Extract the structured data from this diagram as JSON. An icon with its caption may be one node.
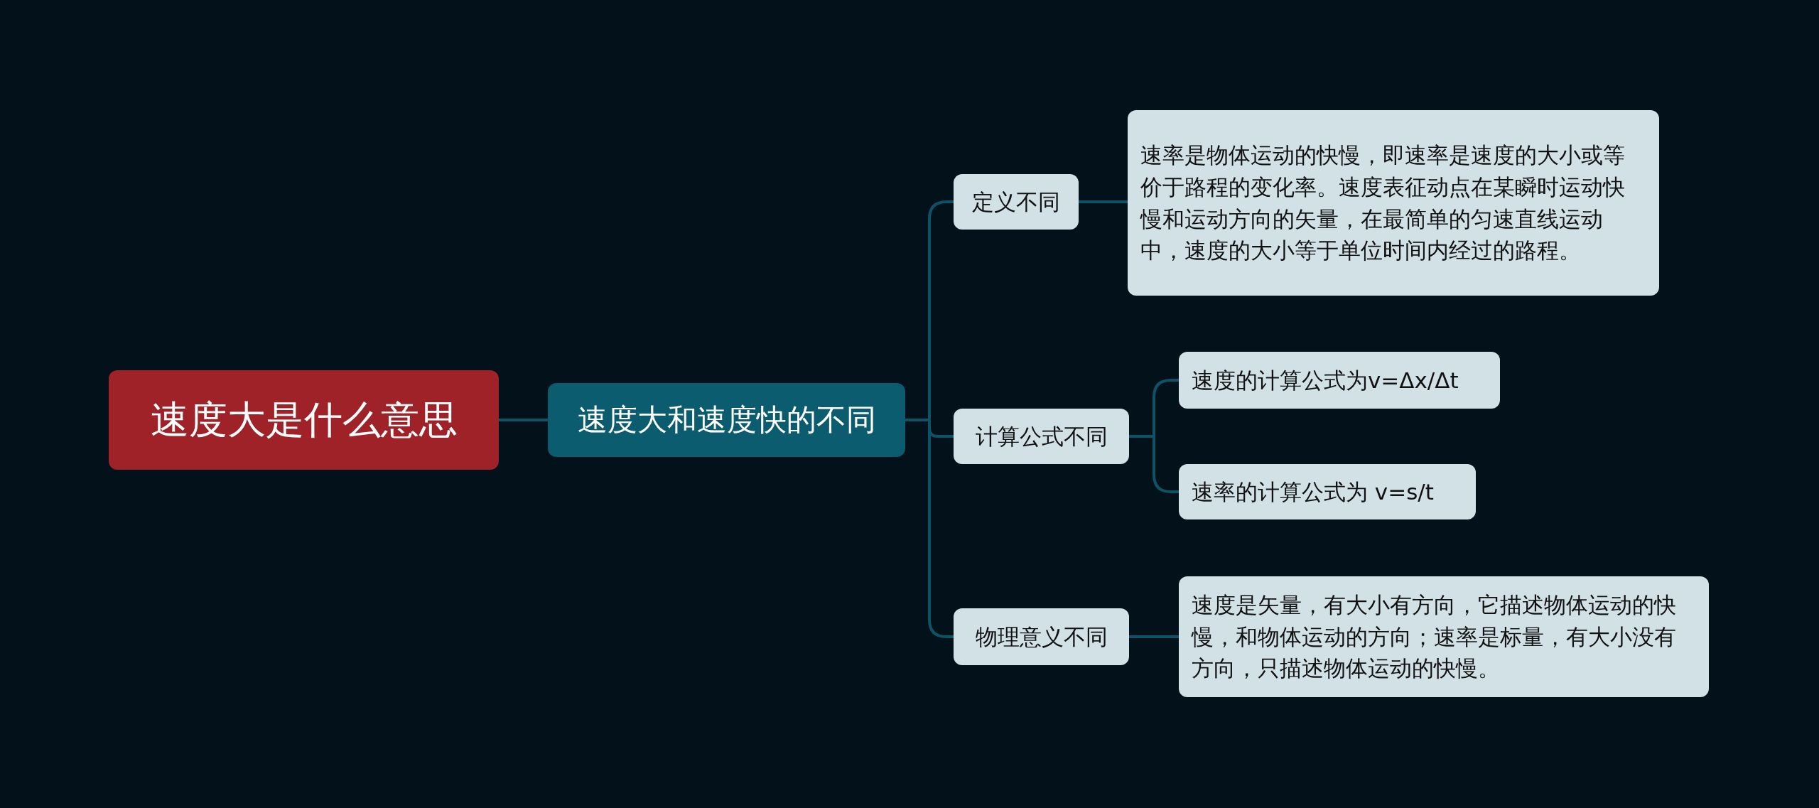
{
  "diagram": {
    "nodes": [
      {
        "text": [
          "速度大是什么意思"
        ]
      },
      {
        "text": [
          "速度大和速度快的不同"
        ]
      },
      {
        "text": [
          "定义不同"
        ]
      },
      {
        "text": [
          "速率是物体运动的快慢，即速率是速度的大小或等价于路程的变化率。速度表征动点在某瞬时运动快慢和运动方向的矢量，在最简单的匀速直线运动中，速度的大小等于单位时间内经过的路程。"
        ]
      },
      {
        "text": [
          "计算公式不同"
        ]
      },
      {
        "text": [
          "速度的计算公式为v=Δx/Δt"
        ]
      },
      {
        "text": [
          "速率的计算公式为 v=s/t"
        ]
      },
      {
        "text": [
          "物理意义不同"
        ]
      },
      {
        "text": [
          "速度是矢量，有大小有方向，它描述物体运动的快慢，和物体运动的方向；速率是标量，有大小没有方向，只描述物体运动的快慢。"
        ]
      }
    ],
    "edges": [
      {
        "from": 0,
        "to": 1,
        "arrow": "none"
      },
      {
        "from": 1,
        "to": 2,
        "arrow": "none"
      },
      {
        "from": 1,
        "to": 4,
        "arrow": "none"
      },
      {
        "from": 1,
        "to": 7,
        "arrow": "none"
      },
      {
        "from": 2,
        "to": 3,
        "arrow": "none"
      },
      {
        "from": 4,
        "to": 5,
        "arrow": "none"
      },
      {
        "from": 4,
        "to": 6,
        "arrow": "none"
      },
      {
        "from": 7,
        "to": 8,
        "arrow": "none"
      }
    ]
  }
}
